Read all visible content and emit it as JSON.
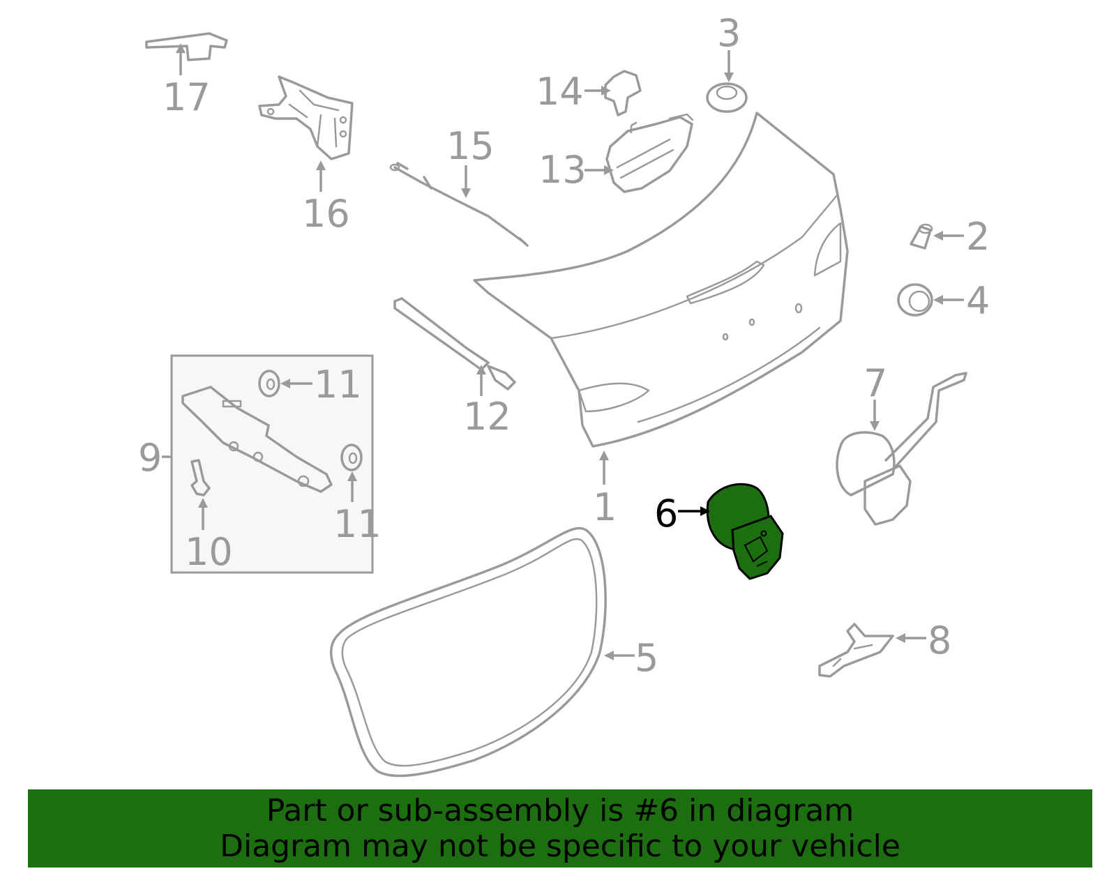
{
  "diagram": {
    "highlight_color": "#1d6e10",
    "callouts": [
      {
        "id": "1",
        "label": "1"
      },
      {
        "id": "2",
        "label": "2"
      },
      {
        "id": "3",
        "label": "3"
      },
      {
        "id": "4",
        "label": "4"
      },
      {
        "id": "5",
        "label": "5"
      },
      {
        "id": "6",
        "label": "6",
        "highlighted": true
      },
      {
        "id": "7",
        "label": "7"
      },
      {
        "id": "8",
        "label": "8"
      },
      {
        "id": "9",
        "label": "9"
      },
      {
        "id": "10",
        "label": "10"
      },
      {
        "id": "11a",
        "label": "11"
      },
      {
        "id": "11b",
        "label": "11"
      },
      {
        "id": "12",
        "label": "12"
      },
      {
        "id": "13",
        "label": "13"
      },
      {
        "id": "14",
        "label": "14"
      },
      {
        "id": "15",
        "label": "15"
      },
      {
        "id": "16",
        "label": "16"
      },
      {
        "id": "17",
        "label": "17"
      }
    ]
  },
  "banner": {
    "background": "#1d6e10",
    "line1": "Part or sub-assembly is #6 in diagram",
    "line2": "Diagram may not be specific to your vehicle"
  }
}
